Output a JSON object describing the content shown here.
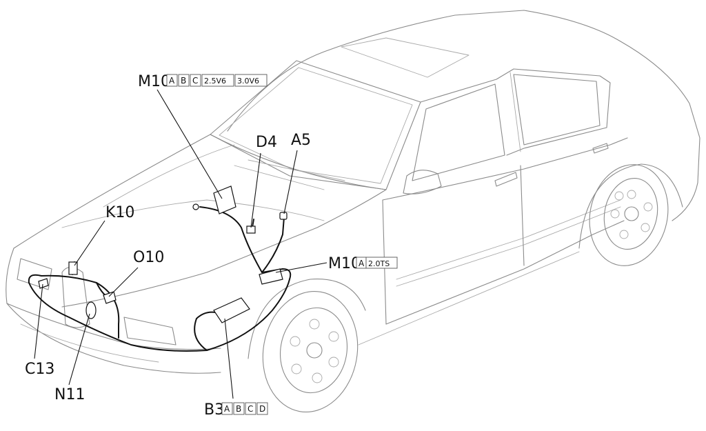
{
  "callouts": {
    "m10_top": {
      "code": "M10",
      "variants": [
        "A",
        "B",
        "C",
        "2.5V6",
        "3.0V6"
      ]
    },
    "d4": {
      "code": "D4"
    },
    "a5": {
      "code": "A5"
    },
    "k10": {
      "code": "K10"
    },
    "o10": {
      "code": "O10"
    },
    "m10_mid": {
      "code": "M10",
      "variants": [
        "A",
        "2.0TS"
      ]
    },
    "c13": {
      "code": "C13"
    },
    "n11": {
      "code": "N11"
    },
    "b3": {
      "code": "B3",
      "variants": [
        "A",
        "B",
        "C",
        "D"
      ]
    }
  },
  "colors": {
    "car_outline": "#8a8a8a",
    "harness": "#111111",
    "text": "#111111"
  }
}
